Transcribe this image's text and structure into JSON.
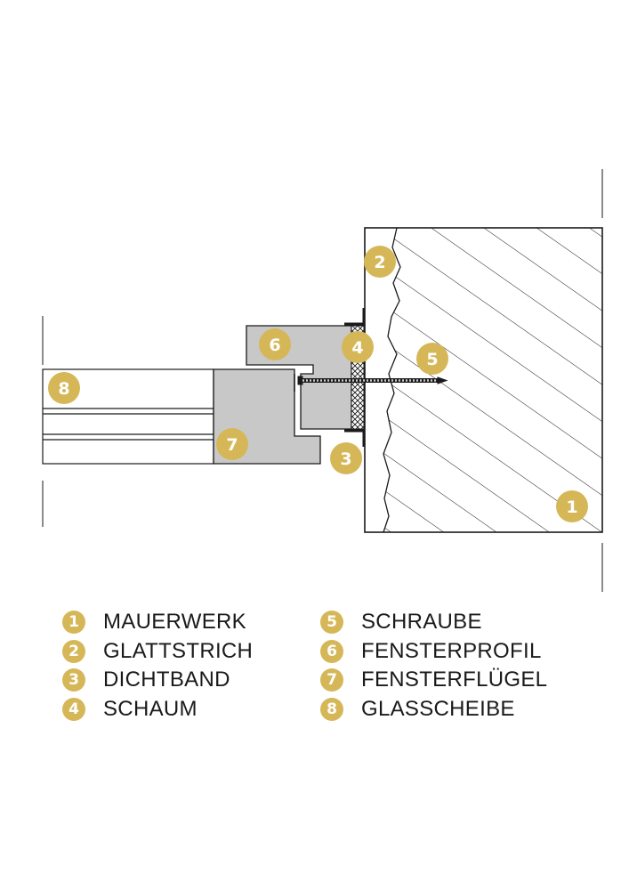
{
  "colors": {
    "badge": "#d6b758",
    "profile": "#c8c8c8",
    "line": "#1a1a1a",
    "foam": "#ffffff",
    "wall": "#ffffff"
  },
  "diagram": {
    "badges": {
      "mauerwerk": "1",
      "glattstrich": "2",
      "dichtband": "3",
      "schaum": "4",
      "schraube": "5",
      "fensterprofil": "6",
      "fensterfluegel": "7",
      "glasscheibe": "8"
    }
  },
  "legend": {
    "left": [
      {
        "num": "1",
        "label": "MAUERWERK"
      },
      {
        "num": "2",
        "label": "GLATTSTRICH"
      },
      {
        "num": "3",
        "label": "DICHTBAND"
      },
      {
        "num": "4",
        "label": "SCHAUM"
      }
    ],
    "right": [
      {
        "num": "5",
        "label": "SCHRAUBE"
      },
      {
        "num": "6",
        "label": "FENSTERPROFIL"
      },
      {
        "num": "7",
        "label": "FENSTERFLÜGEL"
      },
      {
        "num": "8",
        "label": "GLASSCHEIBE"
      }
    ]
  }
}
